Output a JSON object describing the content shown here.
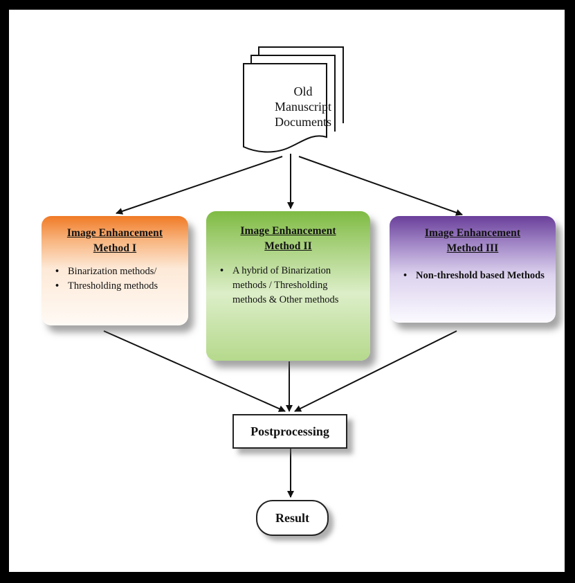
{
  "documents": {
    "label_lines": [
      "Old",
      "Manuscript",
      "Documents"
    ]
  },
  "methods": [
    {
      "title_line1": "Image Enhancement",
      "title_line2": "Method I",
      "items": [
        "Binarization methods/",
        "Thresholding methods"
      ],
      "color": "#f07a26"
    },
    {
      "title_line1": "Image Enhancement",
      "title_line2": "Method II",
      "items": [
        "A hybrid of Binarization methods / Thresholding methods & Other methods"
      ],
      "color": "#7fbb43"
    },
    {
      "title_line1": "Image Enhancement",
      "title_line2": "Method III",
      "items": [
        "Non-threshold based Methods"
      ],
      "color": "#6a3f9a"
    }
  ],
  "postprocessing": {
    "label": "Postprocessing"
  },
  "result": {
    "label": "Result"
  }
}
